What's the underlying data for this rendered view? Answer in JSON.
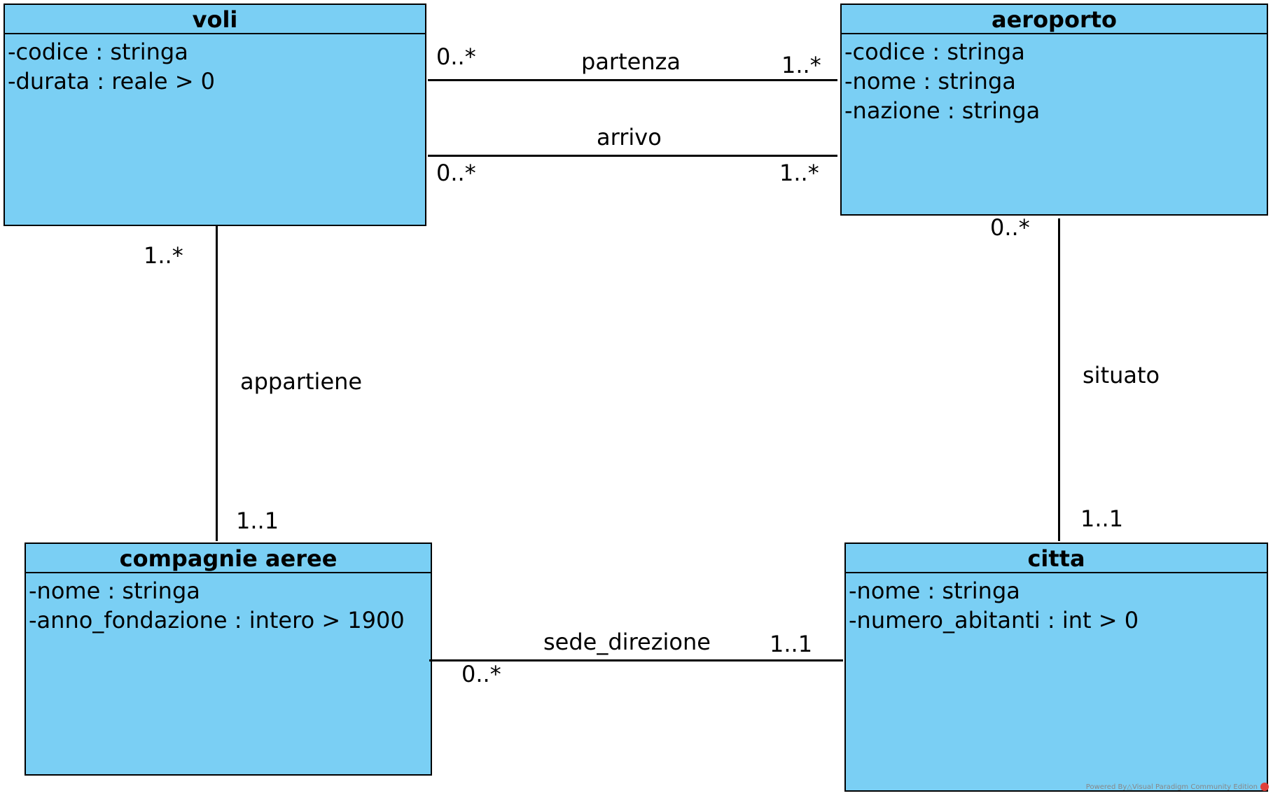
{
  "classes": {
    "voli": {
      "name": "voli",
      "attributes": [
        "-codice : stringa",
        "-durata : reale > 0"
      ]
    },
    "aeroporto": {
      "name": "aeroporto",
      "attributes": [
        "-codice : stringa",
        "-nome : stringa",
        "-nazione : stringa"
      ]
    },
    "compagnie": {
      "name": "compagnie aeree",
      "attributes": [
        "-nome : stringa",
        "-anno_fondazione : intero > 1900"
      ]
    },
    "citta": {
      "name": "citta",
      "attributes": [
        "-nome : stringa",
        "-numero_abitanti : int > 0"
      ]
    }
  },
  "associations": {
    "partenza": {
      "label": "partenza",
      "mult_voli": "0..*",
      "mult_aeroporto": "1..*"
    },
    "arrivo": {
      "label": "arrivo",
      "mult_voli": "0..*",
      "mult_aeroporto": "1..*"
    },
    "appartiene": {
      "label": "appartiene",
      "mult_voli": "1..*",
      "mult_compagnie": "1..1"
    },
    "situato": {
      "label": "situato",
      "mult_aeroporto": "0..*",
      "mult_citta": "1..1"
    },
    "sede_direzione": {
      "label": "sede_direzione",
      "mult_compagnie": "0..*",
      "mult_citta": "1..1"
    }
  },
  "watermark": "Powered By△Visual Paradigm Community Edition",
  "colors": {
    "class_fill": "#7acff4",
    "line": "#000000"
  }
}
